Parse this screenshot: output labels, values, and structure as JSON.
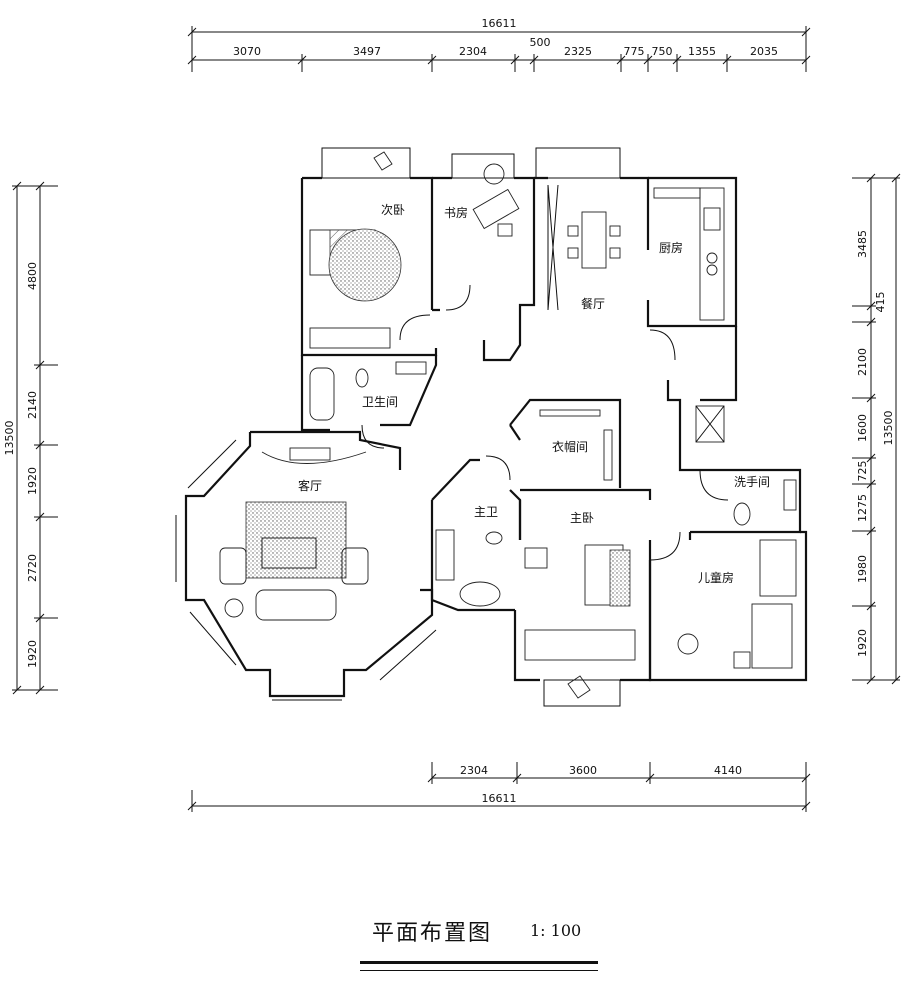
{
  "drawing": {
    "title": "平面布置图",
    "scale": "1: 100"
  },
  "dimensions": {
    "top_total": "16611",
    "top_segments": [
      "3070",
      "3497",
      "2304",
      "500",
      "2325",
      "775",
      "750",
      "1355",
      "2035"
    ],
    "bottom_total": "16611",
    "bottom_segments": [
      "2304",
      "3600",
      "4140"
    ],
    "left_total": "13500",
    "left_segments": [
      "4800",
      "2140",
      "1920",
      "2720",
      "1920"
    ],
    "right_total": "13500",
    "right_segments": [
      "3485",
      "415",
      "2100",
      "1600",
      "725",
      "1275",
      "1980",
      "1920"
    ]
  },
  "rooms": {
    "bedroom2": "次卧",
    "study": "书房",
    "dining": "餐厅",
    "kitchen": "厨房",
    "bathroom": "卫生间",
    "living": "客厅",
    "closet": "衣帽间",
    "master_bath": "主卫",
    "master_bed": "主卧",
    "washroom": "洗手间",
    "kids_room": "儿童房"
  }
}
